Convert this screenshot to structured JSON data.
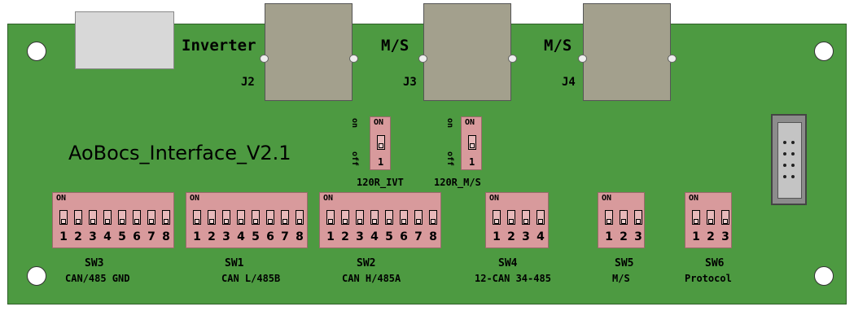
{
  "board": {
    "title": "AoBocs_Interface_V2.1",
    "colors": {
      "pcb": "#4d9a41",
      "switch": "#d89a9c",
      "connector": "#a3a08d"
    }
  },
  "connectors": [
    {
      "ref": "J2",
      "label": "Inverter"
    },
    {
      "ref": "J3",
      "label": "M/S"
    },
    {
      "ref": "J4",
      "label": "M/S"
    }
  ],
  "jumpers": [
    {
      "on_rot": "on",
      "off_rot": "off",
      "on_label": "ON",
      "pos": "1",
      "caption": "120R_IVT"
    },
    {
      "on_rot": "on",
      "off_rot": "off",
      "on_label": "ON",
      "pos": "1",
      "caption": "120R_M/S"
    }
  ],
  "dip_switches": [
    {
      "ref": "SW3",
      "caption": "CAN/485 GND",
      "on_label": "ON",
      "positions": [
        "1",
        "2",
        "3",
        "4",
        "5",
        "6",
        "7",
        "8"
      ]
    },
    {
      "ref": "SW1",
      "caption": "CAN L/485B",
      "on_label": "ON",
      "positions": [
        "1",
        "2",
        "3",
        "4",
        "5",
        "6",
        "7",
        "8"
      ]
    },
    {
      "ref": "SW2",
      "caption": "CAN H/485A",
      "on_label": "ON",
      "positions": [
        "1",
        "2",
        "3",
        "4",
        "5",
        "6",
        "7",
        "8"
      ]
    },
    {
      "ref": "SW4",
      "caption": "12-CAN 34-485",
      "on_label": "ON",
      "positions": [
        "1",
        "2",
        "3",
        "4"
      ]
    },
    {
      "ref": "SW5",
      "caption": "M/S",
      "on_label": "ON",
      "positions": [
        "1",
        "2",
        "3"
      ]
    },
    {
      "ref": "SW6",
      "caption": "Protocol",
      "on_label": "ON",
      "positions": [
        "1",
        "2",
        "3"
      ]
    }
  ]
}
